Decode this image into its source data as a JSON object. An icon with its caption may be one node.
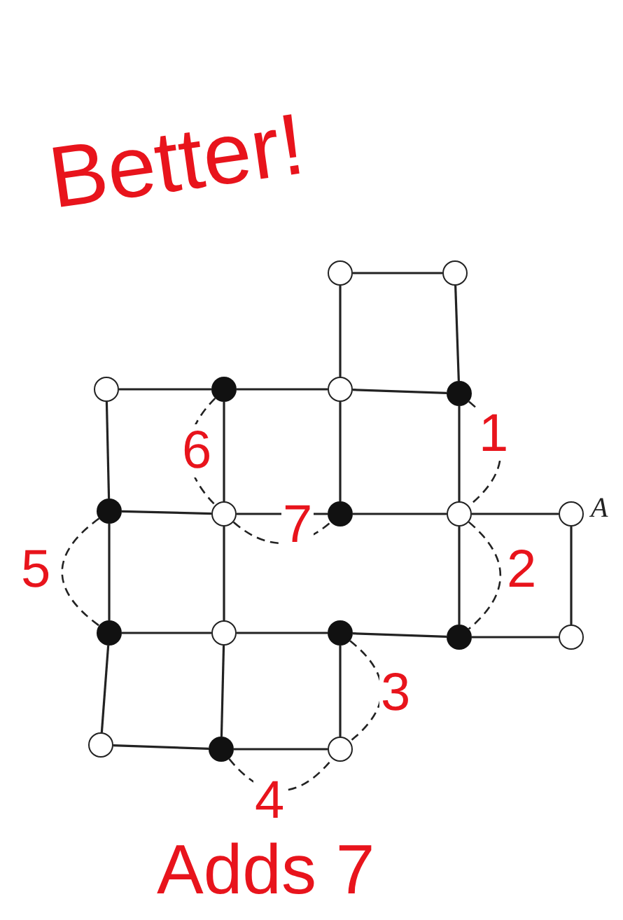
{
  "diagram": {
    "nodes": [
      {
        "text": [],
        "shape": "circle"
      },
      {
        "text": [],
        "shape": "circle"
      },
      {
        "text": [],
        "shape": "circle"
      },
      {
        "text": [],
        "shape": "dot"
      },
      {
        "text": [],
        "shape": "circle"
      },
      {
        "text": [],
        "shape": "dot"
      },
      {
        "text": [],
        "shape": "dot"
      },
      {
        "text": [],
        "shape": "circle"
      },
      {
        "text": [],
        "shape": "dot"
      },
      {
        "text": [],
        "shape": "circle"
      },
      {
        "text": [],
        "shape": "circle",
        "beside": [
          "A"
        ]
      },
      {
        "text": [],
        "shape": "dot"
      },
      {
        "text": [],
        "shape": "circle"
      },
      {
        "text": [],
        "shape": "dot"
      },
      {
        "text": [],
        "shape": "dot"
      },
      {
        "text": [],
        "shape": "circle"
      },
      {
        "text": [],
        "shape": "circle"
      },
      {
        "text": [],
        "shape": "dot"
      },
      {
        "text": [],
        "shape": "circle"
      }
    ],
    "edges": [
      {
        "from": 0,
        "to": 1,
        "arrow": "none"
      },
      {
        "from": 0,
        "to": 4,
        "arrow": "none"
      },
      {
        "from": 1,
        "to": 5,
        "arrow": "none"
      },
      {
        "from": 2,
        "to": 3,
        "arrow": "none"
      },
      {
        "from": 3,
        "to": 4,
        "arrow": "none"
      },
      {
        "from": 4,
        "to": 5,
        "arrow": "none"
      },
      {
        "from": 2,
        "to": 6,
        "arrow": "none"
      },
      {
        "from": 3,
        "to": 7,
        "arrow": "none"
      },
      {
        "from": 4,
        "to": 8,
        "arrow": "none"
      },
      {
        "from": 5,
        "to": 9,
        "arrow": "none"
      },
      {
        "from": 6,
        "to": 7,
        "arrow": "none"
      },
      {
        "from": 7,
        "to": 8,
        "arrow": "none"
      },
      {
        "from": 8,
        "to": 9,
        "arrow": "none"
      },
      {
        "from": 9,
        "to": 10,
        "arrow": "none"
      },
      {
        "from": 6,
        "to": 11,
        "arrow": "none"
      },
      {
        "from": 7,
        "to": 12,
        "arrow": "none"
      },
      {
        "from": 9,
        "to": 14,
        "arrow": "none"
      },
      {
        "from": 10,
        "to": 15,
        "arrow": "none"
      },
      {
        "from": 11,
        "to": 12,
        "arrow": "none"
      },
      {
        "from": 12,
        "to": 13,
        "arrow": "none"
      },
      {
        "from": 13,
        "to": 14,
        "arrow": "none"
      },
      {
        "from": 14,
        "to": 15,
        "arrow": "none"
      },
      {
        "from": 11,
        "to": 16,
        "arrow": "none"
      },
      {
        "from": 12,
        "to": 17,
        "arrow": "none"
      },
      {
        "from": 13,
        "to": 18,
        "arrow": "none"
      },
      {
        "from": 16,
        "to": 17,
        "arrow": "none"
      },
      {
        "from": 17,
        "to": 18,
        "arrow": "none"
      },
      {
        "from": 5,
        "to": 9,
        "arrow": "none",
        "style": "dashed",
        "label": "1"
      },
      {
        "from": 9,
        "to": 14,
        "arrow": "none",
        "style": "dashed",
        "label": "2"
      },
      {
        "from": 13,
        "to": 18,
        "arrow": "none",
        "style": "dashed",
        "label": "3"
      },
      {
        "from": 17,
        "to": 18,
        "arrow": "none",
        "style": "dashed",
        "label": "4"
      },
      {
        "from": 6,
        "to": 11,
        "arrow": "none",
        "style": "dashed",
        "label": "5"
      },
      {
        "from": 3,
        "to": 7,
        "arrow": "none",
        "style": "dashed",
        "label": "6"
      },
      {
        "from": 7,
        "to": 8,
        "arrow": "none",
        "style": "dashed",
        "label": "7"
      }
    ],
    "labels": [
      "Better!",
      "Adds 7"
    ]
  }
}
